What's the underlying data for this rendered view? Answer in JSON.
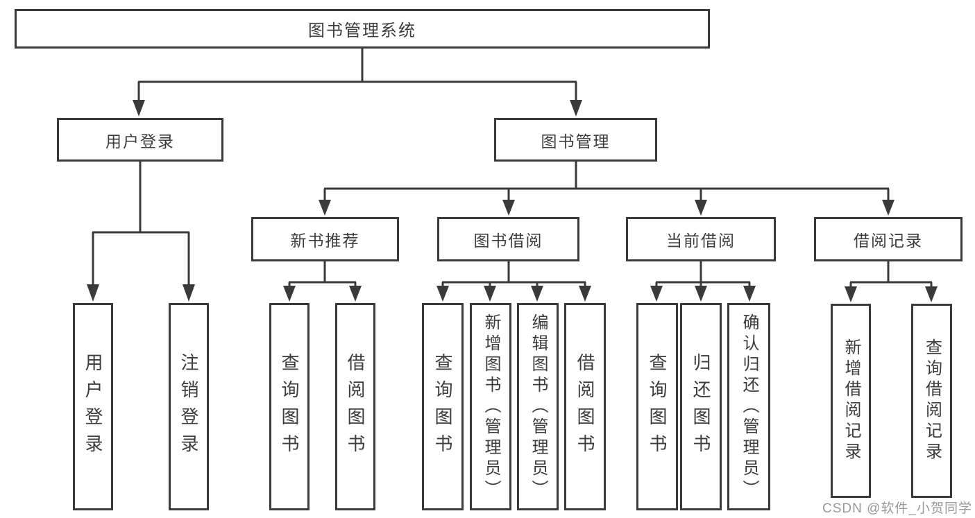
{
  "nodes": {
    "root": "图书管理系统",
    "user_login": "用户登录",
    "book_mgmt": "图书管理",
    "new_books": "新书推荐",
    "book_borrow": "图书借阅",
    "current_borrow": "当前借阅",
    "borrow_records": "借阅记录"
  },
  "leaves": {
    "user_login": [
      "用户登录",
      "注销登录"
    ],
    "new_books": [
      "查询图书",
      "借阅图书"
    ],
    "book_borrow": [
      "查询图书",
      "新增图书（管理员）",
      "编辑图书（管理员）",
      "借阅图书"
    ],
    "current_borrow": [
      "查询图书",
      "归还图书",
      "确认归还（管理员）"
    ],
    "borrow_records": [
      "新增借阅记录",
      "查询借阅记录"
    ]
  },
  "watermark": "CSDN @软件_小贺同学",
  "colors": {
    "line": "#3a3a3a",
    "box_border": "#3a3a3a",
    "text": "#3c3c3c",
    "background": "#ffffff",
    "watermark": "#949494"
  }
}
